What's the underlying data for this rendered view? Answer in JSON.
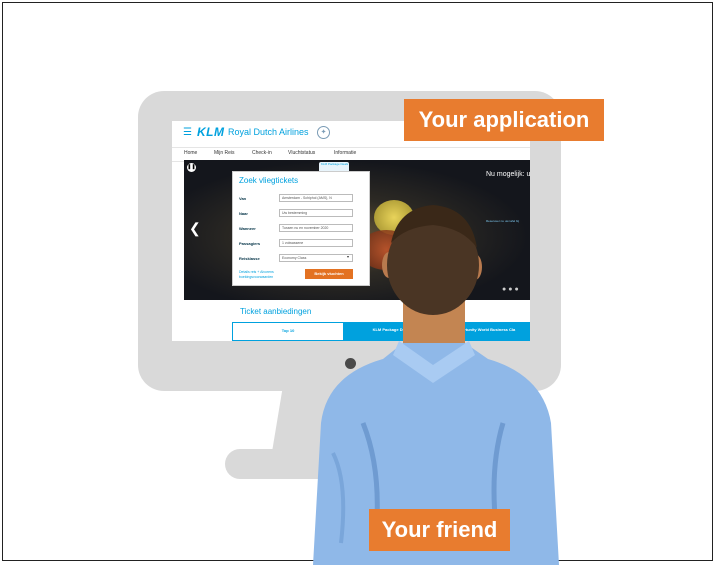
{
  "callouts": {
    "application": "Your application",
    "friend": "Your friend"
  },
  "klm_site": {
    "logo": "KLM",
    "brand": "Royal Dutch Airlines",
    "nav": [
      "Home",
      "Mijn Reis",
      "Check-in",
      "Vluchtstatus",
      "Informatie"
    ],
    "search": {
      "title": "Zoek vliegtickets",
      "fields": [
        {
          "label": "Van",
          "value": "Amsterdam - Schiphol (AMS), N"
        },
        {
          "label": "Naar",
          "value": "Uw bestemming"
        },
        {
          "label": "Wanneer",
          "value": "Tussen nu en november 2020"
        },
        {
          "label": "Passagiers",
          "value": "1 volwassene"
        },
        {
          "label": "Reisklasse",
          "value": "Economy Class"
        }
      ],
      "link": "Details reis + Alvorens boekingsvoorwaarden",
      "button": "Bekijk vluchten"
    },
    "promo_tag": "KLM Package Deals",
    "promo_text": "Nu mogelijk: uw Flying Blue bij het afrekenen restaurant E",
    "promo_link": "Reserveer nu uw tafel bij",
    "offers_title": "Ticket aanbiedingen",
    "offer_tabs": [
      "Top 10",
      "KLM Package Deals",
      "Opportunity World Business Cla"
    ]
  },
  "colors": {
    "callout_bg": "#e87c2f",
    "klm_blue": "#00a1de",
    "monitor_gray": "#d9d9d9"
  }
}
